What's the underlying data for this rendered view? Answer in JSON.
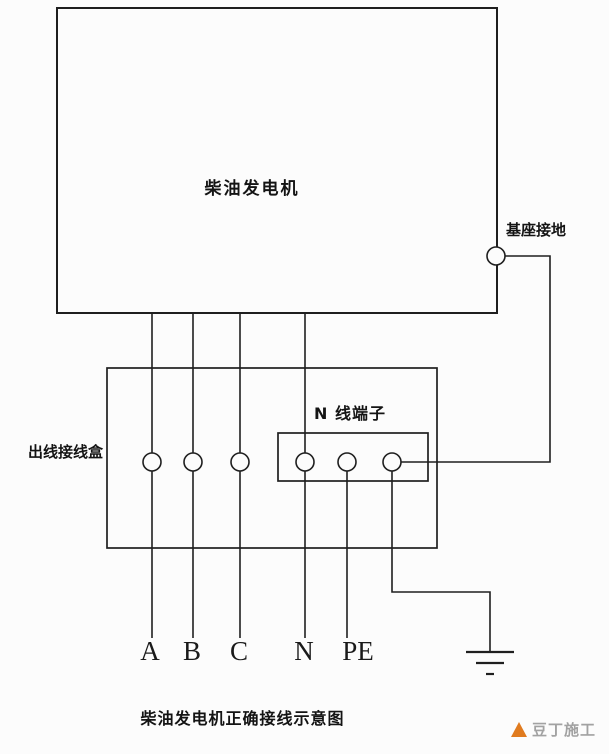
{
  "diagram": {
    "generator_label": "柴油发电机",
    "ground_label": "基座接地",
    "junction_box_label": "出线接线盒",
    "n_terminal_label": "N 线端子",
    "title": "柴油发电机正确接线示意图"
  },
  "phase_labels": [
    {
      "label": "A"
    },
    {
      "label": "B"
    },
    {
      "label": "C"
    },
    {
      "label": "N"
    },
    {
      "label": "PE"
    }
  ],
  "watermark": {
    "icon": "trowel-icon",
    "text": "豆丁施工"
  },
  "colors": {
    "line": "#1f1f1f",
    "text": "#141414",
    "background": "#fcfcfc",
    "watermark_text": "#a2a2a2",
    "watermark_icon": "#e07b1f"
  }
}
